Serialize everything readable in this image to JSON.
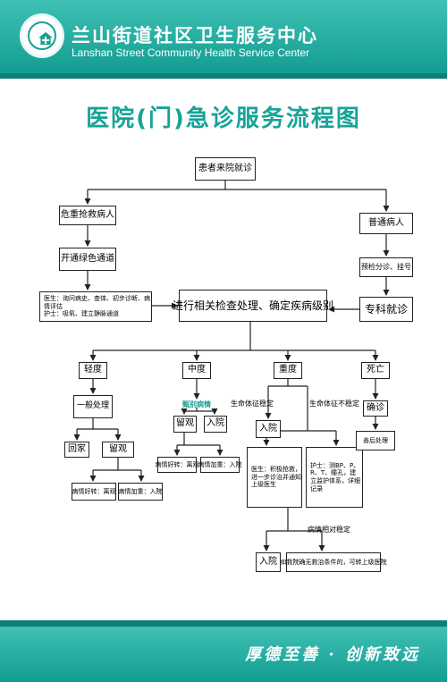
{
  "header": {
    "org_name_cn": "兰山街道社区卫生服务中心",
    "org_name_en": "Lanshan Street Community Health Service Center"
  },
  "title": "医院(门)急诊服务流程图",
  "flow": {
    "patient_arrives": "患者来院就诊",
    "critical_patient": "危重抢救病人",
    "green_channel": "开通绿色通道",
    "critical_instructions": "医生：询问病史、查体、初步诊断、病情评估\n护士：吸氧、建立静脉通道",
    "general_patient": "普通病人",
    "triage_registration": "预检分诊、挂号",
    "specialty_visit": "专科就诊",
    "examination_grading": "进行相关检查处理、确定疾病级别",
    "mild": "轻度",
    "moderate": "中度",
    "severe": "重度",
    "death": "死亡",
    "general_treatment": "一般处理",
    "go_home": "回家",
    "observe_mild": "留观",
    "mild_improved": "病情好转：离观",
    "mild_worsened": "病情加重：入院",
    "severity_check": "甄别病情",
    "observe_moderate": "留观",
    "admit_moderate": "入院",
    "moderate_improved": "病情好转：离观",
    "moderate_worsened": "病情加重：入院",
    "vitals_stable": "生命体征稳定",
    "vitals_unstable": "生命体征不稳定",
    "admit_severe": "入院",
    "doctor_rescue": "医生：积极抢救，进一步诊治并通知上级医生",
    "nurse_monitor": "护士：测BP、P、R、T、瞳孔，建立监护体系，详细记录",
    "condition_stable": "病情相对稳定",
    "admit_final": "入院",
    "transfer": "如我院确无救治条件的，可转上级医院",
    "confirm_diagnosis": "确诊",
    "aftercare": "善后处理"
  },
  "footer": {
    "slogan": "厚德至善 · 创新致远"
  }
}
